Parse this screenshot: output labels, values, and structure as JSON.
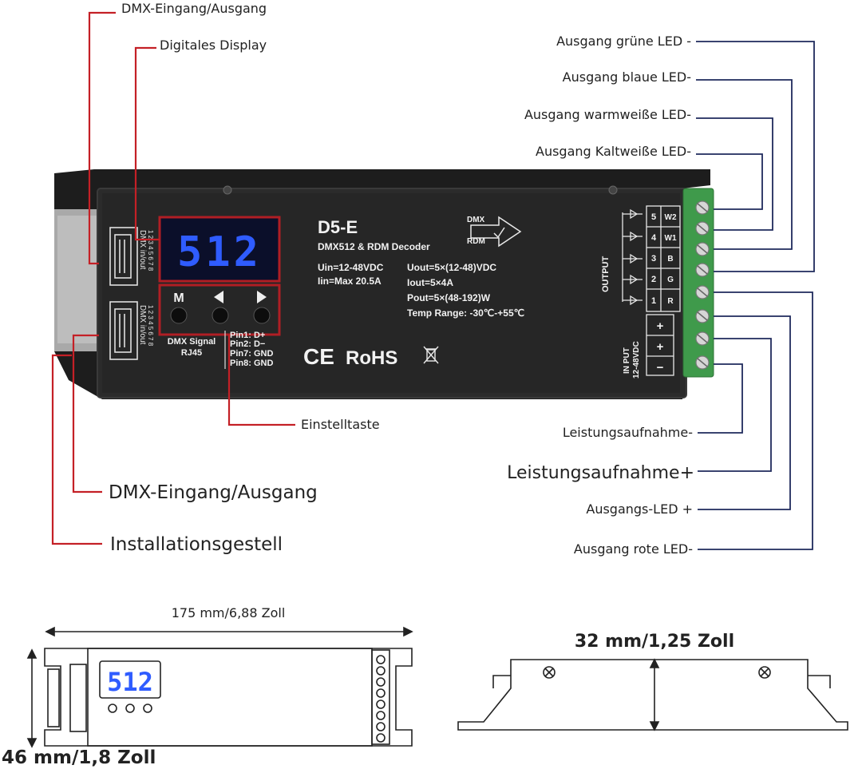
{
  "callouts_left": {
    "dmx_top": "DMX-Eingang/Ausgang",
    "digital_display": "Digitales Display",
    "setting_key": "Einstelltaste",
    "dmx_bottom": "DMX-Eingang/Ausgang",
    "mounting": "Installationsgestell"
  },
  "callouts_right": {
    "green": "Ausgang grüne LED -",
    "blue": "Ausgang blaue LED-",
    "warmwhite": "Ausgang warmweiße LED-",
    "coldwhite": "Ausgang Kaltweiße LED-",
    "power_minus": "Leistungsaufnahme-",
    "power_plus": "Leistungsaufnahme+",
    "output_plus": "Ausgangs-LED +",
    "red": "Ausgang rote LED-"
  },
  "device": {
    "display_value": "512",
    "model": "D5-E",
    "subtitle": "DMX512 & RDM Decoder",
    "uin": "Uin=12-48VDC",
    "iin": "Iin=Max 20.5A",
    "uout": "Uout=5×(12-48)VDC",
    "iout": "Iout=5×4A",
    "pout": "Pout=5×(48-192)W",
    "temp": "Temp Range: -30℃-+55℃",
    "dmx_io_label": "DMX in/out",
    "pin_numbers": "1 2 3 4 5 6 7 8",
    "dmx_signal": "DMX Signal",
    "rj45": "RJ45",
    "pin1": "Pin1: D+",
    "pin2": "Pin2: D−",
    "pin7": "Pin7: GND",
    "pin8": "Pin8: GND",
    "btn_m": "M",
    "ce": "CE",
    "rohs": "RoHS",
    "dmx_badge": "DMX",
    "rdm_badge": "RDM",
    "output": "OUTPUT",
    "input": "IN PUT",
    "input_v": "12-48VDC",
    "terminals": [
      {
        "num": "5",
        "ch": "W2"
      },
      {
        "num": "4",
        "ch": "W1"
      },
      {
        "num": "3",
        "ch": "B"
      },
      {
        "num": "2",
        "ch": "G"
      },
      {
        "num": "1",
        "ch": "R"
      }
    ],
    "input_terminals": [
      "+",
      "+",
      "−"
    ]
  },
  "dimensions": {
    "length": "175 mm/6,88 Zoll",
    "height": "32 mm/1,25 Zoll",
    "width": "46 mm/1,8 Zoll",
    "drawing_display": "512"
  },
  "colors": {
    "callout_red": "#c42026",
    "callout_navy": "#1f2a5c",
    "body": "#2a2a2a",
    "display_blue": "#2f5cff",
    "terminal_green": "#3f9a4b"
  }
}
